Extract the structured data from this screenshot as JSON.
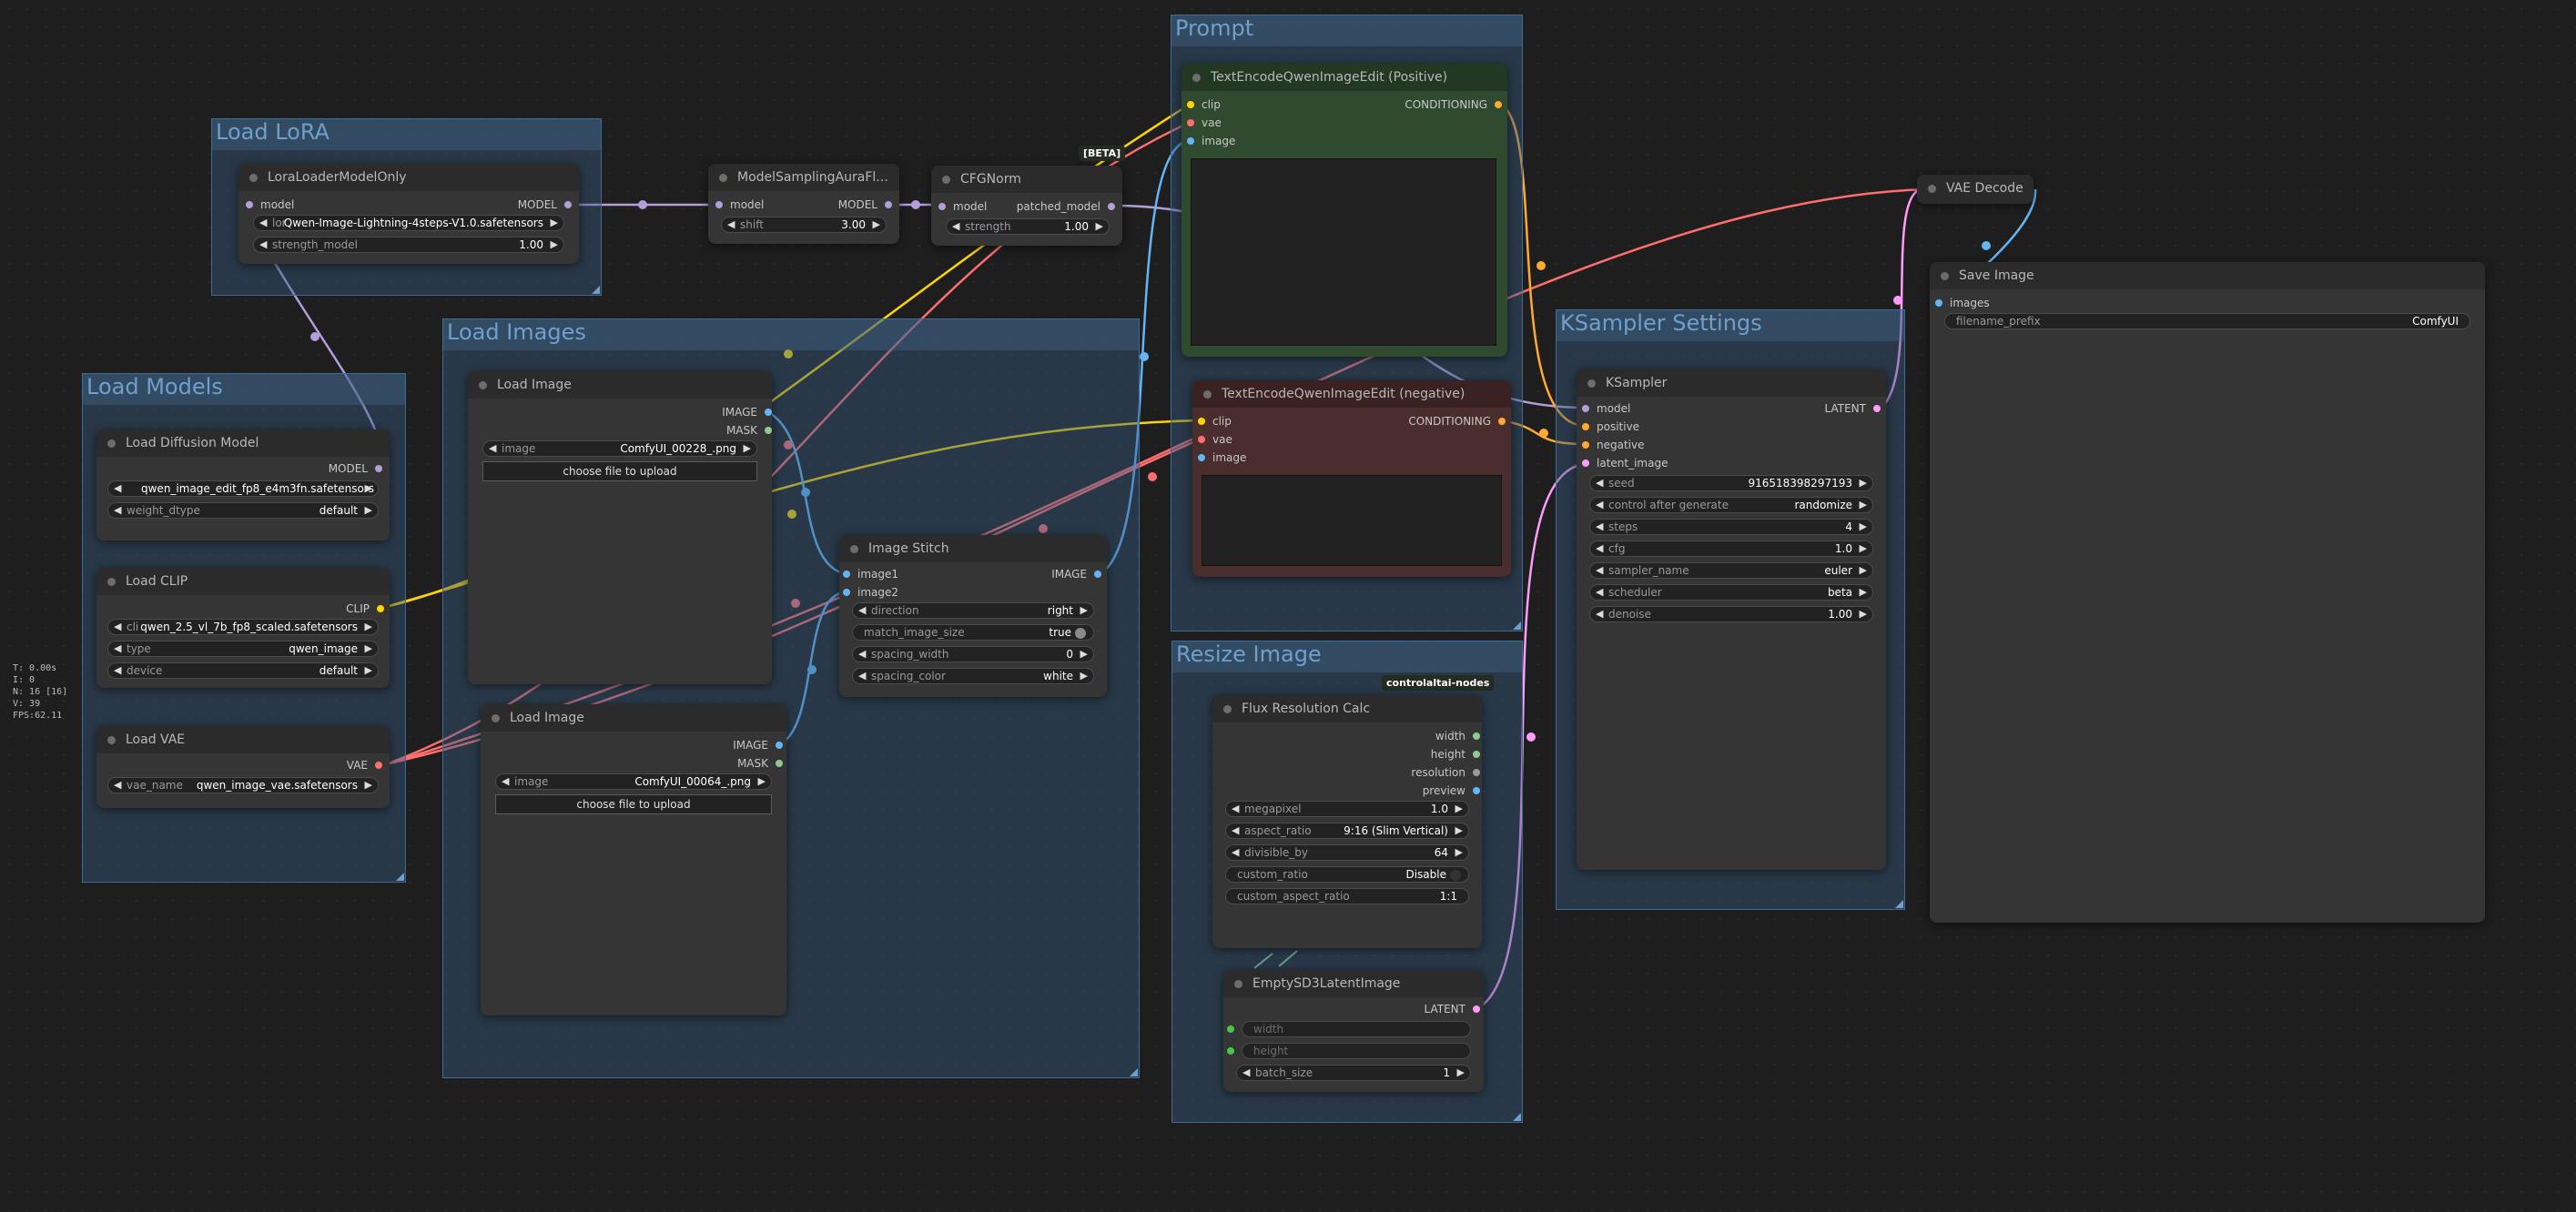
{
  "groups": {
    "load_lora": "Load LoRA",
    "load_models": "Load Models",
    "load_images": "Load Images",
    "prompt": "Prompt",
    "resize_image": "Resize Image",
    "ksampler_settings": "KSampler Settings"
  },
  "nodes": {
    "lora_loader": {
      "title": "LoraLoaderModelOnly",
      "in_model": "model",
      "out_model": "MODEL",
      "lora_label": "lor",
      "lora_value": "Qwen-Image-Lightning-4steps-V1.0.safetensors",
      "strength_label": "strength_model",
      "strength_value": "1.00"
    },
    "model_sampling": {
      "title": "ModelSamplingAuraFl...",
      "in_model": "model",
      "out_model": "MODEL",
      "shift_label": "shift",
      "shift_value": "3.00"
    },
    "cfg_norm": {
      "title": "CFGNorm",
      "badge": "[BETA]",
      "in_model": "model",
      "out_model": "patched_model",
      "strength_label": "strength",
      "strength_value": "1.00"
    },
    "load_diffusion": {
      "title": "Load Diffusion Model",
      "out_model": "MODEL",
      "unet_value": "qwen_image_edit_fp8_e4m3fn.safetensors",
      "dtype_label": "weight_dtype",
      "dtype_value": "default"
    },
    "load_clip": {
      "title": "Load CLIP",
      "out_clip": "CLIP",
      "clip_label": "cli",
      "clip_value": "qwen_2.5_vl_7b_fp8_scaled.safetensors",
      "type_label": "type",
      "type_value": "qwen_image",
      "device_label": "device",
      "device_value": "default"
    },
    "load_vae": {
      "title": "Load VAE",
      "out_vae": "VAE",
      "vae_label": "vae_name",
      "vae_value": "qwen_image_vae.safetensors"
    },
    "load_image_1": {
      "title": "Load Image",
      "out_image": "IMAGE",
      "out_mask": "MASK",
      "image_label": "image",
      "image_value": "ComfyUI_00228_.png",
      "upload": "choose file to upload"
    },
    "load_image_2": {
      "title": "Load Image",
      "out_image": "IMAGE",
      "out_mask": "MASK",
      "image_label": "image",
      "image_value": "ComfyUI_00064_.png",
      "upload": "choose file to upload"
    },
    "image_stitch": {
      "title": "Image Stitch",
      "in_image1": "image1",
      "in_image2": "image2",
      "out_image": "IMAGE",
      "direction_label": "direction",
      "direction_value": "right",
      "match_label": "match_image_size",
      "match_value": "true",
      "spacing_width_label": "spacing_width",
      "spacing_width_value": "0",
      "spacing_color_label": "spacing_color",
      "spacing_color_value": "white"
    },
    "text_encode_pos": {
      "title": "TextEncodeQwenImageEdit (Positive)",
      "in_clip": "clip",
      "in_vae": "vae",
      "in_image": "image",
      "out_cond": "CONDITIONING"
    },
    "text_encode_neg": {
      "title": "TextEncodeQwenImageEdit (negative)",
      "in_clip": "clip",
      "in_vae": "vae",
      "in_image": "image",
      "out_cond": "CONDITIONING"
    },
    "flux_res": {
      "title": "Flux Resolution Calc",
      "badge": "controlaltai-nodes",
      "out_width": "width",
      "out_height": "height",
      "out_resolution": "resolution",
      "out_preview": "preview",
      "megapixel_label": "megapixel",
      "megapixel_value": "1.0",
      "aspect_label": "aspect_ratio",
      "aspect_value": "9:16 (Slim Vertical)",
      "divisible_label": "divisible_by",
      "divisible_value": "64",
      "custom_ratio_label": "custom_ratio",
      "custom_ratio_value": "Disable",
      "custom_aspect_label": "custom_aspect_ratio",
      "custom_aspect_value": "1:1"
    },
    "empty_latent": {
      "title": "EmptySD3LatentImage",
      "out_latent": "LATENT",
      "width_label": "width",
      "height_label": "height",
      "batch_label": "batch_size",
      "batch_value": "1"
    },
    "ksampler": {
      "title": "KSampler",
      "in_model": "model",
      "in_positive": "positive",
      "in_negative": "negative",
      "in_latent": "latent_image",
      "out_latent": "LATENT",
      "seed_label": "seed",
      "seed_value": "916518398297193",
      "control_label": "control after generate",
      "control_value": "randomize",
      "steps_label": "steps",
      "steps_value": "4",
      "cfg_label": "cfg",
      "cfg_value": "1.0",
      "sampler_label": "sampler_name",
      "sampler_value": "euler",
      "scheduler_label": "scheduler",
      "scheduler_value": "beta",
      "denoise_label": "denoise",
      "denoise_value": "1.00"
    },
    "vae_decode": {
      "title": "VAE Decode"
    },
    "save_image": {
      "title": "Save Image",
      "in_images": "images",
      "prefix_label": "filename_prefix",
      "prefix_value": "ComfyUI"
    }
  },
  "stats": {
    "line1": "T: 0.00s",
    "line2": "I: 0",
    "line3": "N: 16 [16]",
    "line4": "V: 39",
    "line5": "FPS:62.11"
  },
  "colors": {
    "model": "#b39ddb",
    "clip": "#ffd500",
    "vae": "#ff6e6e",
    "image": "#64b5f6",
    "conditioning": "#ffa931",
    "latent": "#ff9cf9",
    "group": "#3f6b94"
  }
}
